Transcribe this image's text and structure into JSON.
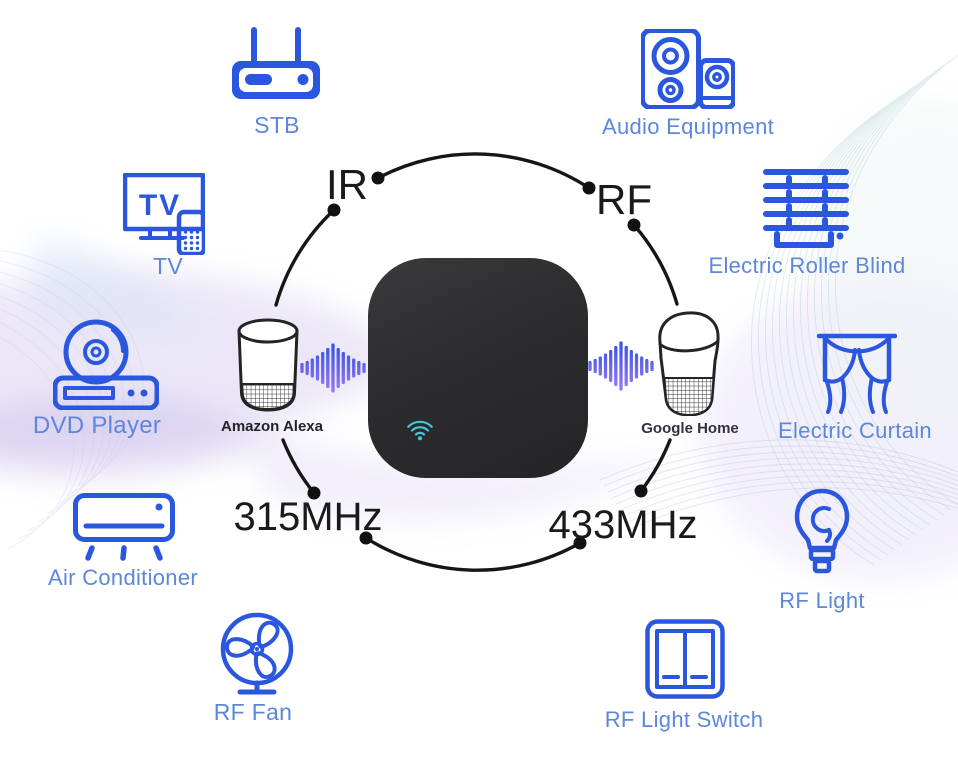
{
  "colors": {
    "icon_blue": "#2b57de",
    "label_blue": "#5c87db",
    "text_dark": "#1a1a1a",
    "hub_body": "#2c2c2e",
    "wifi_cyan": "#41c7d6",
    "wave_top": "#3350e4",
    "wave_bottom": "#9b7bf2"
  },
  "devices": {
    "stb": {
      "label": "STB"
    },
    "audio": {
      "label": "Audio Equipment"
    },
    "tv": {
      "label": "TV",
      "icon_text": "TV"
    },
    "roller_blind": {
      "label": "Electric Roller Blind"
    },
    "dvd": {
      "label": "DVD Player"
    },
    "curtain": {
      "label": "Electric Curtain"
    },
    "air_conditioner": {
      "label": "Air Conditioner"
    },
    "rf_light": {
      "label": "RF Light"
    },
    "rf_fan": {
      "label": "RF Fan"
    },
    "rf_switch": {
      "label": "RF Light Switch"
    }
  },
  "assistants": {
    "alexa": {
      "label": "Amazon Alexa"
    },
    "google": {
      "label": "Google Home"
    }
  },
  "signals": {
    "ir": "IR",
    "rf": "RF",
    "freq_left": "315MHz",
    "freq_right": "433MHz"
  }
}
